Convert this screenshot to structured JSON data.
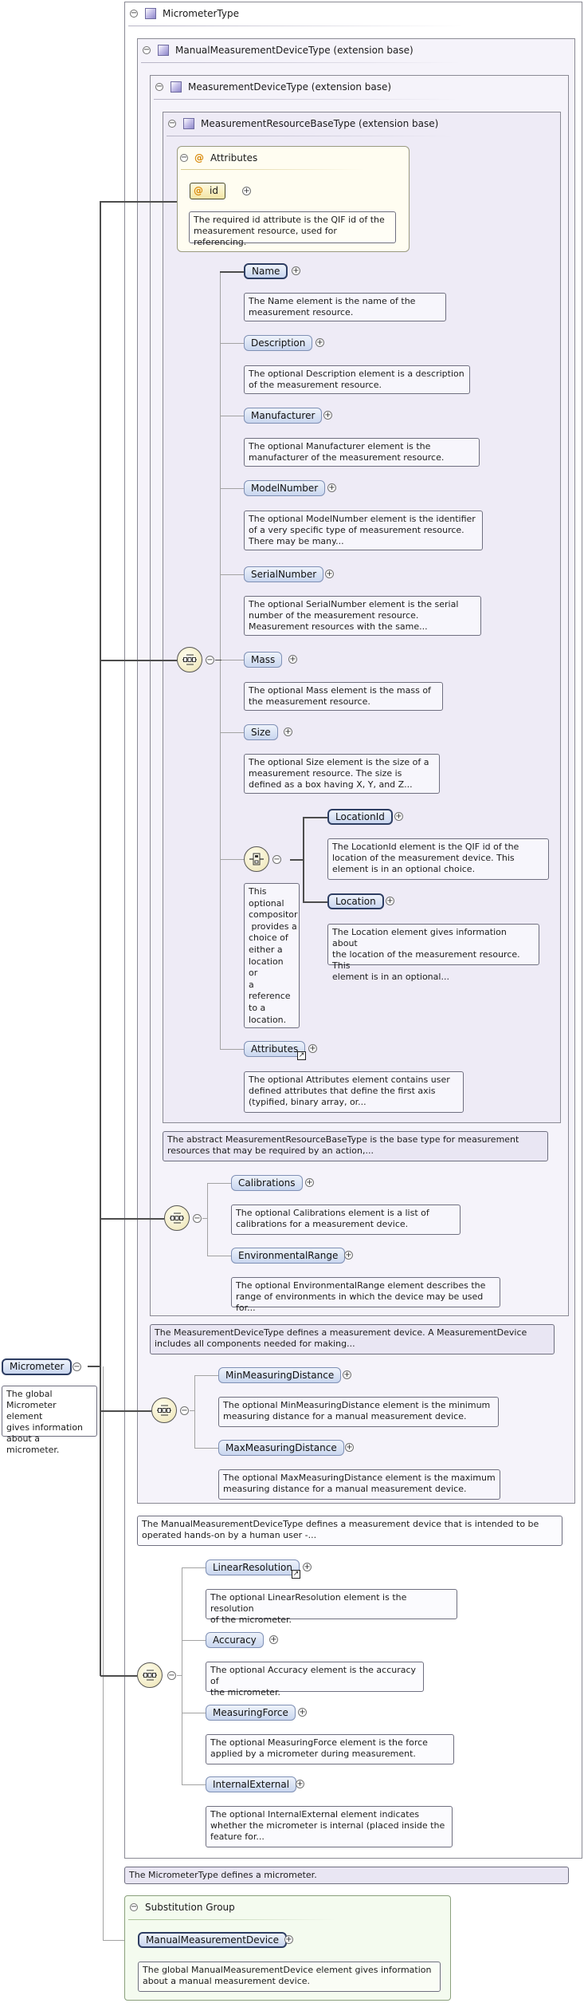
{
  "micrometer_type": {
    "title": "MicrometerType",
    "doc": "The MicrometerType defines a micrometer."
  },
  "manual_type": {
    "title": "ManualMeasurementDeviceType (extension base)",
    "doc_line1": "The ManualMeasurementDeviceType defines a measurement device that is intended to be",
    "doc_line2": "operated hands-on by a human user -..."
  },
  "device_type": {
    "title": "MeasurementDeviceType (extension base)",
    "doc_line1": "The MeasurementDeviceType defines a measurement device. A MeasurementDevice",
    "doc_line2": "includes all components needed for making..."
  },
  "resource_base_type": {
    "title": "MeasurementResourceBaseType (extension base)",
    "doc_line1": "The abstract MeasurementResourceBaseType is the base type for measurement",
    "doc_line2": "resources that may be required by an action,..."
  },
  "attributes": {
    "title": "Attributes",
    "id_label": "id",
    "id_doc_line1": "The required id attribute is the QIF id of the",
    "id_doc_line2": "measurement resource, used for referencing."
  },
  "resource_elements": [
    {
      "label": "Name",
      "doc": [
        "The Name element is the name of the",
        "measurement resource."
      ]
    },
    {
      "label": "Description",
      "doc": [
        "The optional Description element is a description",
        "of the measurement resource."
      ]
    },
    {
      "label": "Manufacturer",
      "doc": [
        "The optional Manufacturer element is the",
        "manufacturer of the measurement resource."
      ]
    },
    {
      "label": "ModelNumber",
      "doc": [
        "The optional ModelNumber element is the identifier",
        "of a very specific type of measurement resource.",
        "There may be many..."
      ]
    },
    {
      "label": "SerialNumber",
      "doc": [
        "The optional SerialNumber element is the serial",
        "number of the measurement resource.",
        "Measurement resources with the same..."
      ]
    },
    {
      "label": "Mass",
      "doc": [
        "The optional Mass element is the mass of",
        "the measurement resource."
      ]
    },
    {
      "label": "Size",
      "doc": [
        "The optional Size element is the size of a",
        "measurement resource. The size is",
        "defined as a box having X, Y, and Z..."
      ]
    },
    {
      "label": "Attributes",
      "doc": [
        "The optional Attributes element contains user",
        "defined attributes that define the first axis",
        "(typified, binary array, or..."
      ]
    }
  ],
  "choice": {
    "doc": [
      "This",
      "optional",
      "compositor",
      " provides a",
      "choice of",
      "either a",
      "location or",
      "a",
      "reference",
      "to a",
      "location."
    ],
    "items": [
      {
        "label": "LocationId",
        "doc": [
          "The LocationId element is the QIF id of the",
          "location of the measurement device. This",
          "element is in an optional choice."
        ]
      },
      {
        "label": "Location",
        "doc": [
          "The Location element gives information about",
          "the location of the measurement resource. This",
          "element is in an optional..."
        ]
      }
    ]
  },
  "device_elements": [
    {
      "label": "Calibrations",
      "doc": [
        "The optional Calibrations element is a list of",
        "calibrations for a measurement device."
      ]
    },
    {
      "label": "EnvironmentalRange",
      "doc": [
        "The optional EnvironmentalRange element describes the",
        "range of environments in which the device may be used for..."
      ]
    }
  ],
  "manual_elements": [
    {
      "label": "MinMeasuringDistance",
      "doc": [
        "The optional MinMeasuringDistance element is the minimum",
        "measuring distance for a manual measurement device."
      ]
    },
    {
      "label": "MaxMeasuringDistance",
      "doc": [
        "The optional MaxMeasuringDistance element is the maximum",
        "measuring distance for a manual measurement device."
      ]
    }
  ],
  "micrometer_elements": [
    {
      "label": "LinearResolution",
      "doc": [
        "The optional LinearResolution element is the resolution",
        "of the micrometer."
      ]
    },
    {
      "label": "Accuracy",
      "doc": [
        "The optional Accuracy element is the accuracy of",
        "the micrometer."
      ]
    },
    {
      "label": "MeasuringForce",
      "doc": [
        "The optional MeasuringForce element is the force",
        "applied by a micrometer during measurement."
      ]
    },
    {
      "label": "InternalExternal",
      "doc": [
        "The optional InternalExternal element indicates",
        "whether the micrometer is internal (placed inside the",
        "feature for..."
      ]
    }
  ],
  "root": {
    "label": "Micrometer",
    "doc": [
      "The global",
      "Micrometer element",
      "gives information",
      "about a micrometer."
    ]
  },
  "substitution": {
    "title": "Substitution Group",
    "element": "ManualMeasurementDevice",
    "doc": [
      "The global ManualMeasurementDevice element gives information",
      "about a manual measurement device."
    ]
  }
}
